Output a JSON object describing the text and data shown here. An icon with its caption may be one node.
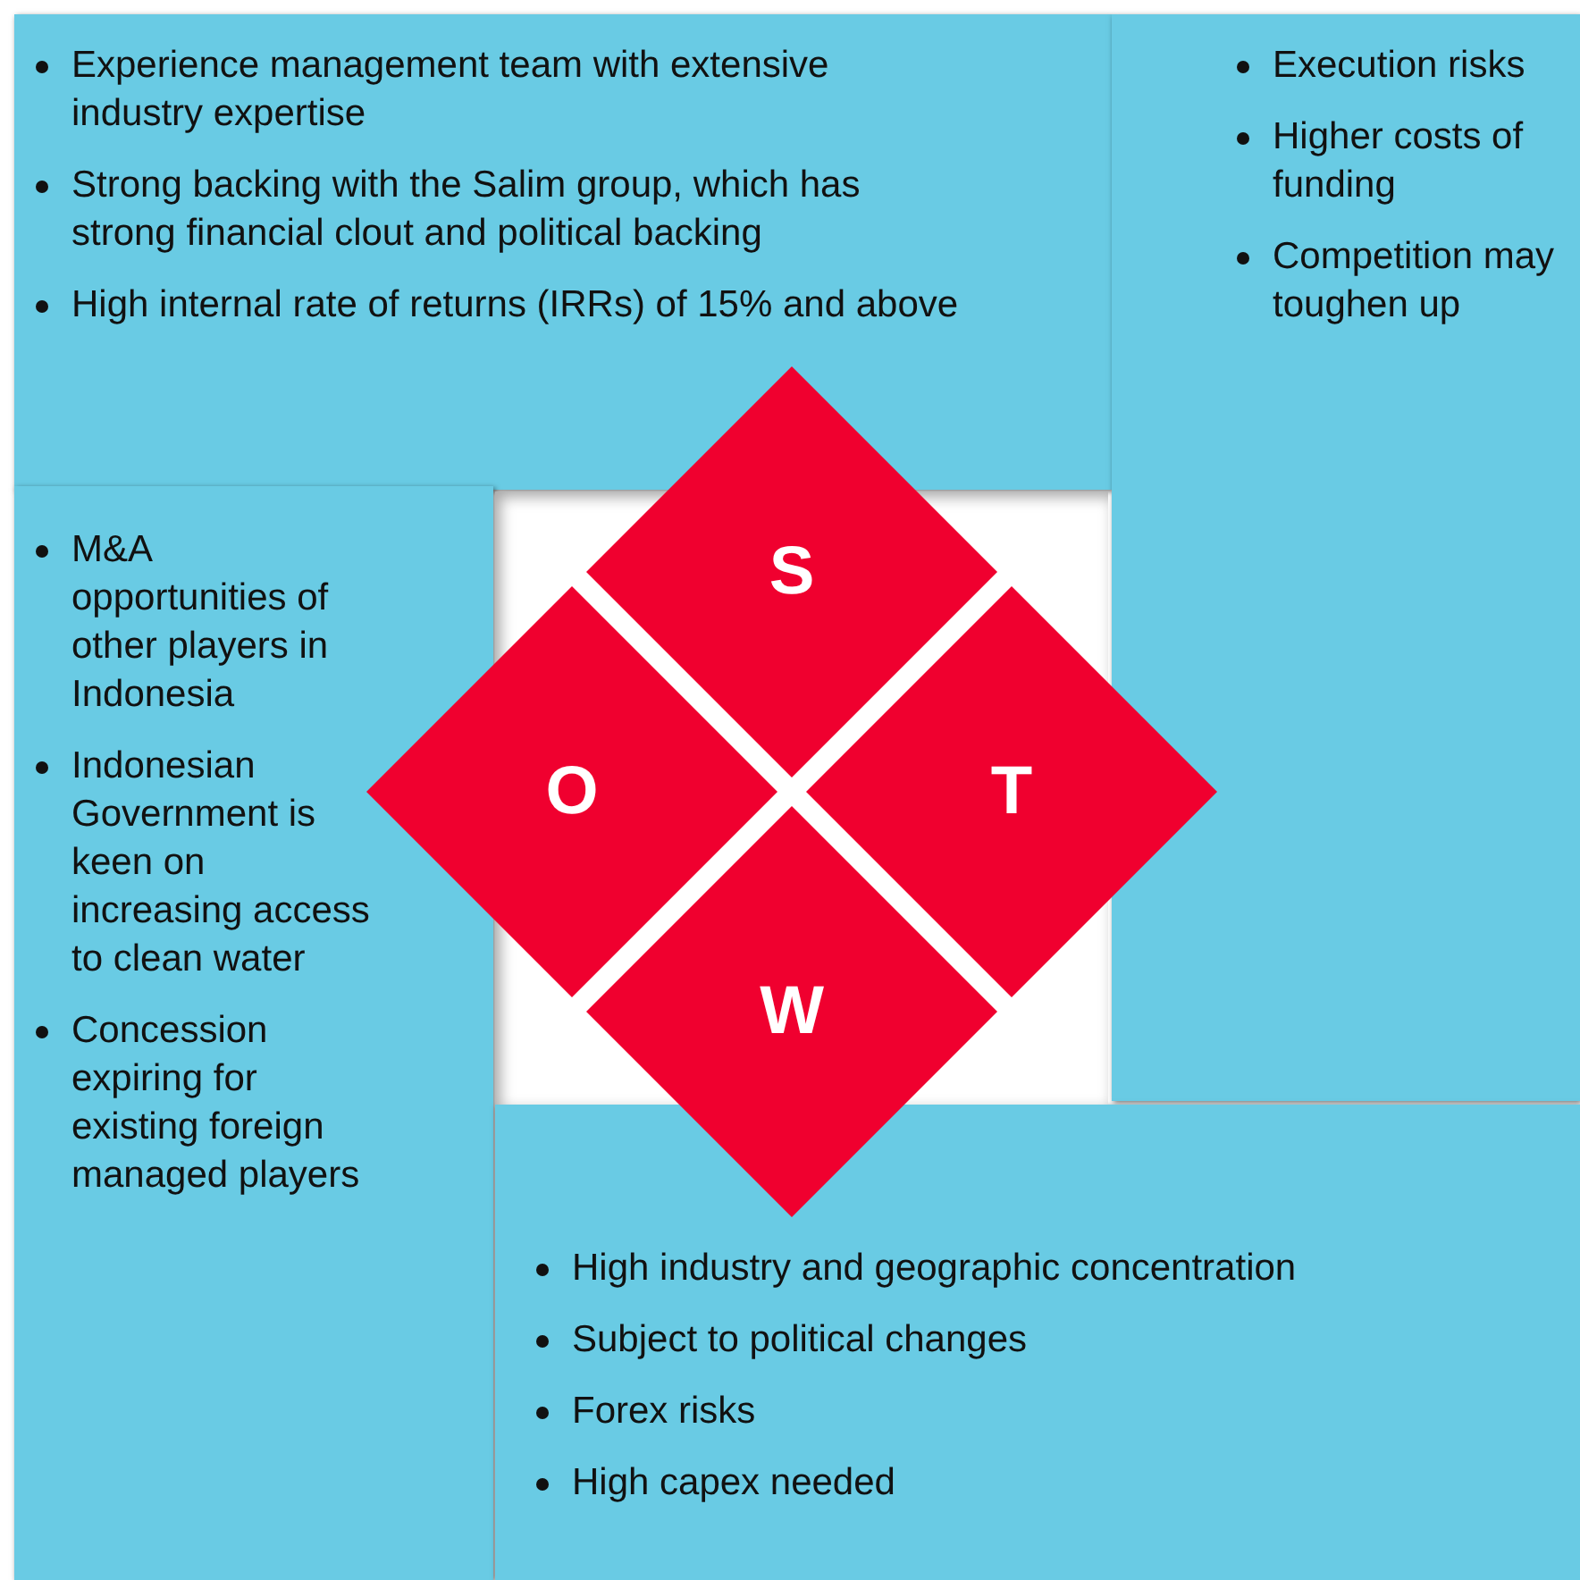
{
  "diagram": {
    "nodes": [
      {
        "text": [
          "Experience management team with extensive industry expertise",
          "Strong backing with the Salim group, which has strong financial clout and political backing",
          "High internal rate of returns (IRRs) of 15% and above"
        ]
      },
      {
        "text": [
          "Execution risks",
          "Higher costs of funding",
          "Competition may toughen up"
        ]
      },
      {
        "text": [
          "M&A opportunities of other players in Indonesia",
          "Indonesian Government is keen on increasing access to clean water",
          "Concession expiring for existing foreign managed players"
        ]
      },
      {
        "text": [
          "High industry and geographic concentration",
          "Subject to political changes",
          "Forex risks",
          "High capex needed"
        ]
      },
      {
        "text": [
          "S"
        ]
      },
      {
        "text": [
          "O"
        ]
      },
      {
        "text": [
          "T"
        ]
      },
      {
        "text": [
          "W"
        ]
      }
    ]
  }
}
